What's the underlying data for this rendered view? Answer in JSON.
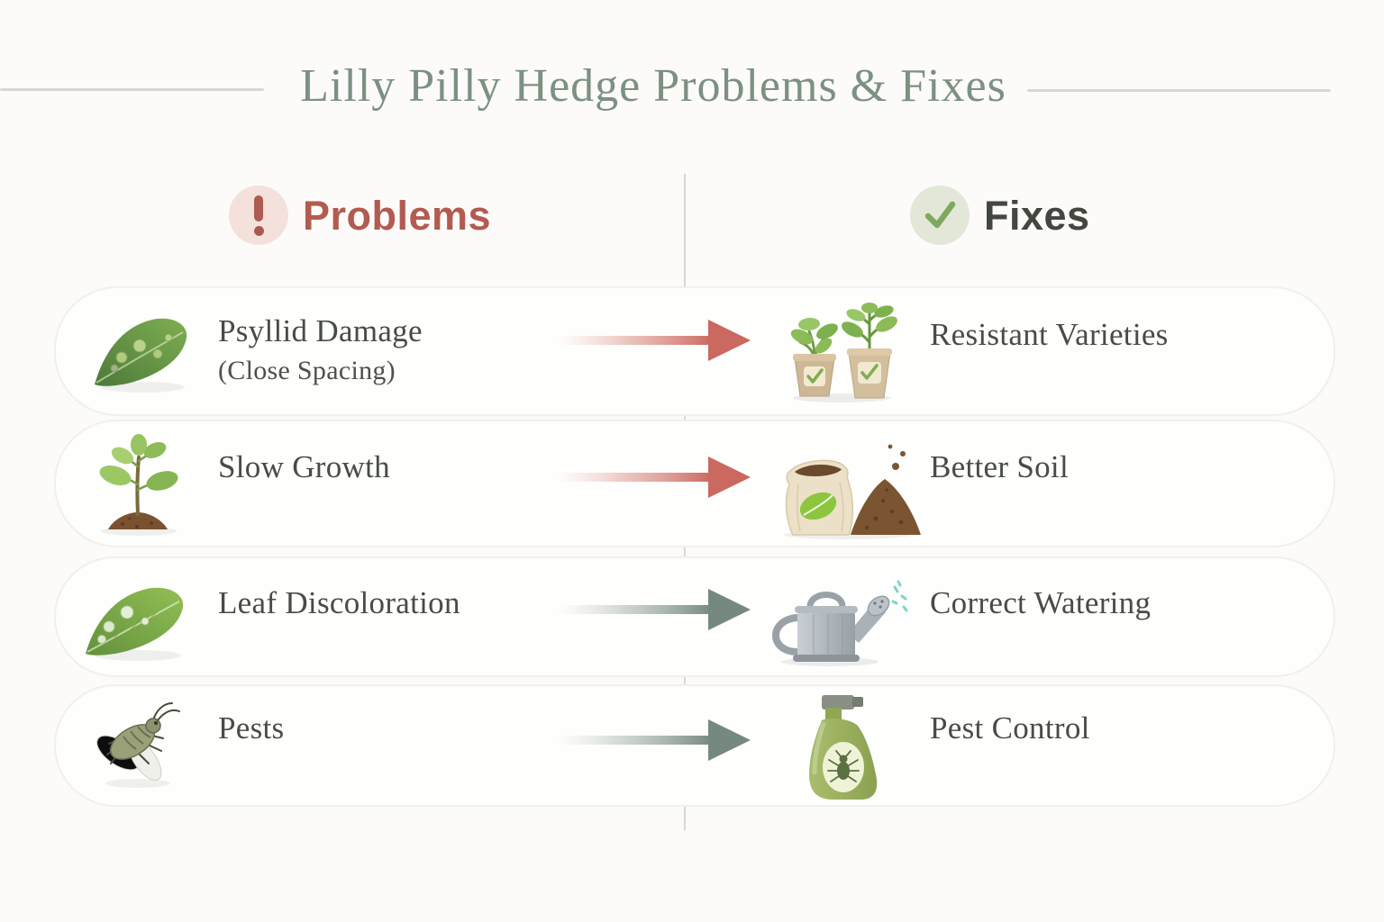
{
  "title": "Lilly Pilly Hedge Problems & Fixes",
  "headers": {
    "problems": {
      "label": "Problems",
      "icon": "exclamation-icon"
    },
    "fixes": {
      "label": "Fixes",
      "icon": "check-icon"
    }
  },
  "rows": [
    {
      "problem": "Psyllid Damage",
      "problem_note": "(Close Spacing)",
      "problem_icon": "psyllid-leaf-icon",
      "fix": "Resistant Varieties",
      "fix_icon": "resistant-plants-icon",
      "arrow": "pink"
    },
    {
      "problem": "Slow Growth",
      "problem_icon": "seedling-icon",
      "fix": "Better Soil",
      "fix_icon": "soil-bag-icon",
      "arrow": "pink"
    },
    {
      "problem": "Leaf Discoloration",
      "problem_icon": "leaf-droplets-icon",
      "fix": "Correct Watering",
      "fix_icon": "watering-can-icon",
      "arrow": "sage"
    },
    {
      "problem": "Pests",
      "problem_icon": "pest-bug-icon",
      "fix": "Pest Control",
      "fix_icon": "spray-bottle-icon",
      "arrow": "sage"
    }
  ],
  "colors": {
    "background": "#fcfbfa",
    "title_green": "#7c9181",
    "problems_accent": "#b25b50",
    "problems_badge_bg": "#f4e1db",
    "fixes_text": "#43473f",
    "fixes_badge_bg": "#e3e7d8",
    "check_green": "#7ea85e",
    "row_label": "#474c45",
    "arrow_pink": "#cb685f",
    "arrow_sage": "#75897f",
    "divider": "#d6d8d4"
  }
}
